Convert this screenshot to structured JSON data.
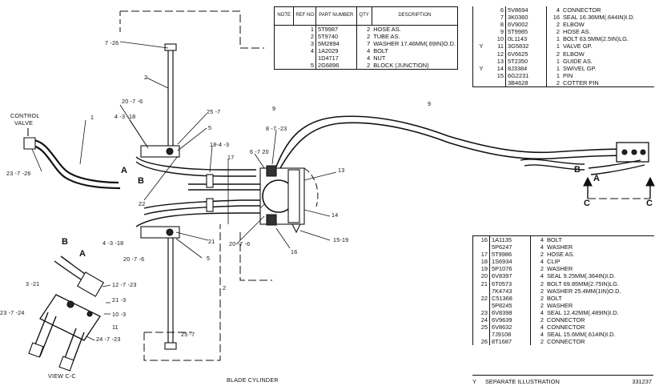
{
  "top_table": {
    "headers": {
      "note": "NOTE",
      "ref_no": "REF NO",
      "part_number": "PART NUMBER",
      "qty": "QTY",
      "description": "DESCRIPTION"
    },
    "rows": [
      {
        "note": "",
        "ref": "1",
        "part": "5T9987",
        "qty": "2",
        "desc": "HOSE AS."
      },
      {
        "note": "",
        "ref": "2",
        "part": "5T9740",
        "qty": "2",
        "desc": "TUBE AS."
      },
      {
        "note": "",
        "ref": "3",
        "part": "5M2894",
        "qty": "7",
        "desc": "WASHER 17.46MM(.69IN)O.D."
      },
      {
        "note": "",
        "ref": "4",
        "part": "1A2029",
        "qty": "4",
        "desc": "BOLT"
      },
      {
        "note": "",
        "ref": "",
        "part": "1D4717",
        "qty": "4",
        "desc": "NUT"
      },
      {
        "note": "",
        "ref": "5",
        "part": "2G6896",
        "qty": "2",
        "desc": "BLOCK (JUNCTION)"
      }
    ]
  },
  "right_top_table": {
    "rows": [
      {
        "note": "",
        "ref": "6",
        "part": "5V8694",
        "qty": "4",
        "desc": "CONNECTOR"
      },
      {
        "note": "",
        "ref": "7",
        "part": "3K0360",
        "qty": "16",
        "desc": "SEAL 16.36MM(.644IN)I.D."
      },
      {
        "note": "",
        "ref": "8",
        "part": "6V9002",
        "qty": "2",
        "desc": "ELBOW"
      },
      {
        "note": "",
        "ref": "9",
        "part": "5T9985",
        "qty": "2",
        "desc": "HOSE AS."
      },
      {
        "note": "",
        "ref": "10",
        "part": "0L1143",
        "qty": "1",
        "desc": "BOLT 63.5MM(2.5IN)LG."
      },
      {
        "note": "Y",
        "ref": "11",
        "part": "3G5832",
        "qty": "1",
        "desc": "VALVE GP."
      },
      {
        "note": "",
        "ref": "12",
        "part": "6V6625",
        "qty": "2",
        "desc": "ELBOW"
      },
      {
        "note": "",
        "ref": "13",
        "part": "5T2350",
        "qty": "1",
        "desc": "GUIDE AS."
      },
      {
        "note": "Y",
        "ref": "14",
        "part": "8J3384",
        "qty": "1",
        "desc": "SWIVEL GP."
      },
      {
        "note": "",
        "ref": "15",
        "part": "6G2231",
        "qty": "1",
        "desc": "PIN"
      },
      {
        "note": "",
        "ref": "",
        "part": "3B4628",
        "qty": "2",
        "desc": "COTTER PIN"
      }
    ]
  },
  "bottom_table": {
    "rows": [
      {
        "ref": "16",
        "part": "1A1135",
        "qty": "4",
        "desc": "BOLT"
      },
      {
        "ref": "",
        "part": "5P6247",
        "qty": "4",
        "desc": "WASHER"
      },
      {
        "ref": "17",
        "part": "5T9986",
        "qty": "2",
        "desc": "HOSE AS."
      },
      {
        "ref": "18",
        "part": "1S6934",
        "qty": "4",
        "desc": "CLIP"
      },
      {
        "ref": "19",
        "part": "5P1076",
        "qty": "2",
        "desc": "WASHER"
      },
      {
        "ref": "20",
        "part": "6V8397",
        "qty": "4",
        "desc": "SEAL 9.25MM(.364IN)I.D."
      },
      {
        "ref": "21",
        "part": "6T0573",
        "qty": "2",
        "desc": "BOLT 69.85MM(2.75IN)LG."
      },
      {
        "ref": "",
        "part": "7K4743",
        "qty": "2",
        "desc": "WASHER 25.4MM(1IN)O.D."
      },
      {
        "ref": "22",
        "part": "C51368",
        "qty": "2",
        "desc": "BOLT"
      },
      {
        "ref": "",
        "part": "5P8245",
        "qty": "2",
        "desc": "WASHER"
      },
      {
        "ref": "23",
        "part": "6V8398",
        "qty": "4",
        "desc": "SEAL 12.42MM(.489IN)I.D."
      },
      {
        "ref": "24",
        "part": "6V9639",
        "qty": "2",
        "desc": "CONNECTOR"
      },
      {
        "ref": "25",
        "part": "6V8632",
        "qty": "4",
        "desc": "CONNECTOR"
      },
      {
        "ref": "",
        "part": "7J9108",
        "qty": "4",
        "desc": "SEAL 15.6MM(.614IN)I.D."
      },
      {
        "ref": "26",
        "part": "8T1687",
        "qty": "2",
        "desc": "CONNECTOR"
      }
    ]
  },
  "footer": {
    "note_symbol": "Y",
    "note_text": "SEPARATE ILLUSTRATION",
    "drawing_number": "331237"
  },
  "labels": {
    "control_valve_l1": "CONTROL",
    "control_valve_l2": "VALVE",
    "blade_cylinder": "BLADE CYLINDER",
    "view_cc": "VIEW C-C",
    "ref_7_26": "7 -26",
    "ref_23_7_26": "23 -7 -26",
    "ref_2_top": "2",
    "ref_1": "1",
    "ref_20_7_6_top": "20 -7 -6",
    "ref_4_3_18_top": "4 -3 -18",
    "ref_25_7_top": "25 -7",
    "ref_5_top": "5",
    "ref_18_4_3": "18-4 -3",
    "ref_17": "17",
    "ref_6_7_20": "6 -7  20",
    "ref_8_7_23": "8 -7 -23",
    "ref_9a": "9",
    "ref_9b": "9",
    "ref_13": "13",
    "ref_14": "14",
    "ref_15_19": "15-19",
    "ref_16": "16",
    "ref_22": "22",
    "ref_21": "21",
    "ref_4_3_18_bot": "4 -3 -18",
    "ref_20_7_6_bot": "20 -7 -6",
    "ref_5_bot": "5",
    "ref_20_7_6_mid": "20 -7 -6",
    "ref_2_bot": "2",
    "ref_25_7_bot": "25 -7",
    "ref_3_21": "3 -21",
    "ref_12_7_23": "12 -7 -23",
    "ref_21_3": "21 -3",
    "ref_10_3": "10 -3",
    "ref_11": "11",
    "ref_24_7_23": "24 -7 -23",
    "ref_23_7_24": "23 -7 -24",
    "conn_a_left": "A",
    "conn_b_left": "B",
    "conn_a_right": "A",
    "conn_b_right": "B",
    "conn_a_view": "A",
    "conn_b_view": "B",
    "section_c_left": "C",
    "section_c_right": "C"
  }
}
